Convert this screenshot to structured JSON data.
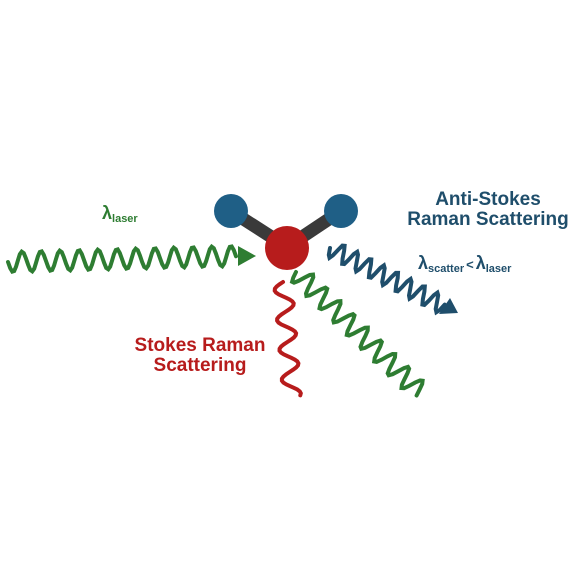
{
  "colors": {
    "laser": "#2e7d32",
    "anti_stokes": "#1f4e6b",
    "stokes": "#b71c1c",
    "molecule_center": "#b71c1c",
    "molecule_outer": "#1f5f86",
    "bond": "#3a3a3a"
  },
  "labels": {
    "laser_symbol": "λ",
    "laser_sub": "laser",
    "anti_stokes_line1": "Anti-Stokes",
    "anti_stokes_line2": "Raman Scattering",
    "scatter_symbol": "λ",
    "scatter_sub": "scatter",
    "relation": "<",
    "laser_symbol2": "λ",
    "laser_sub2": "laser",
    "stokes_line1": "Stokes Raman",
    "stokes_line2": "Scattering"
  }
}
